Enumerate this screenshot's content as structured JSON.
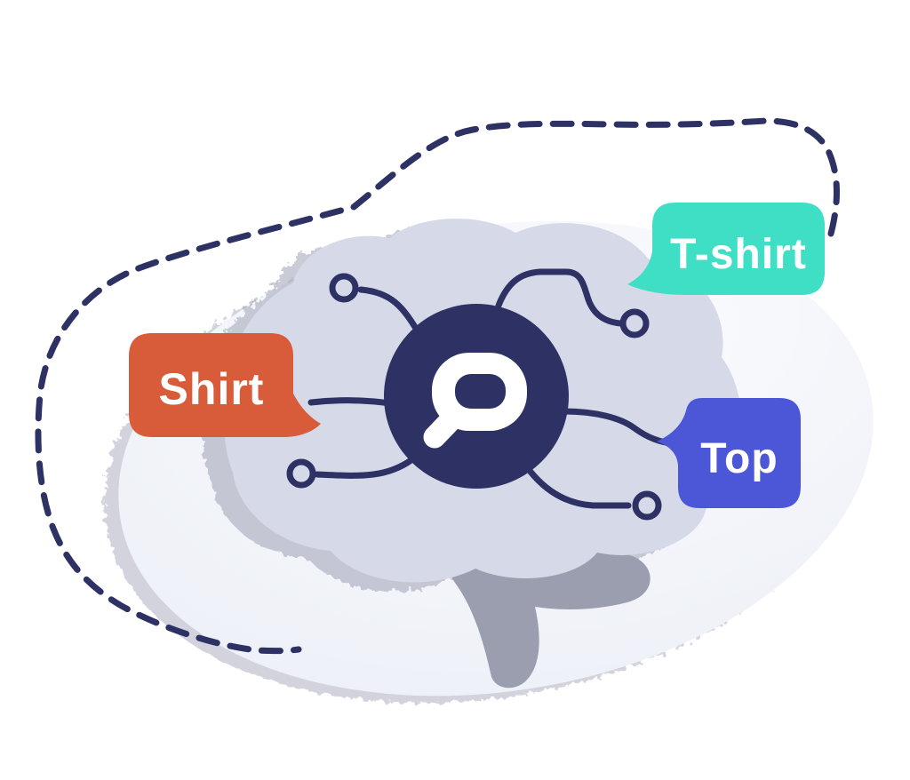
{
  "illustration": {
    "description": "brain-semantic-search-synonyms",
    "logo": {
      "icon": "magnifying-glass-icon"
    }
  },
  "palette": {
    "navy": "#2E3163",
    "brain": "#D6D9E8",
    "shadow_gray": "#A6A9BC",
    "stem_gray": "#9B9EAF",
    "halo_light": "#FBFCFE",
    "halo_edge": "#ECEFF6",
    "white": "#FFFFFF"
  },
  "bubbles": [
    {
      "id": "shirt",
      "label": "Shirt",
      "color": "#D85B3A",
      "text_color": "#FFFFFF"
    },
    {
      "id": "tshirt",
      "label": "T-shirt",
      "color": "#3FDFC6",
      "text_color": "#FFFFFF"
    },
    {
      "id": "top",
      "label": "Top",
      "color": "#4C57D8",
      "text_color": "#FFFFFF"
    }
  ]
}
